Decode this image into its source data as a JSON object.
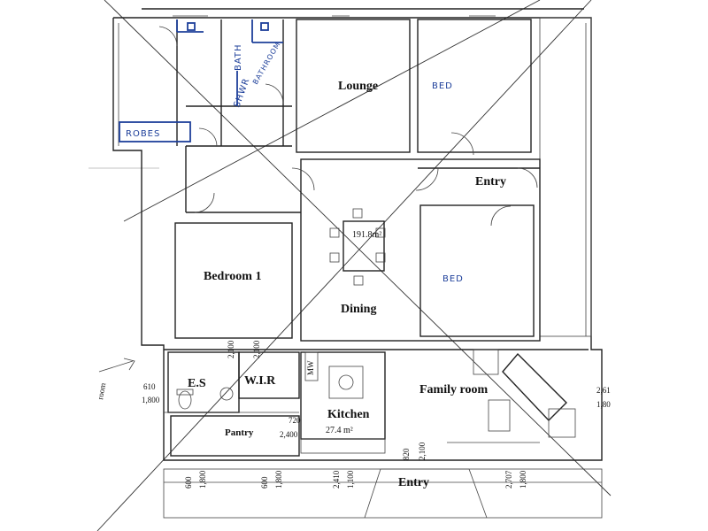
{
  "rooms": {
    "lounge": "Lounge",
    "bed_upper": "BED",
    "entry_inner": "Entry",
    "bedroom1": "Bedroom 1",
    "dining": "Dining",
    "bed_lower": "BED",
    "es": "E.S",
    "wir": "W.I.R",
    "kitchen": "Kitchen",
    "family_room": "Family room",
    "pantry": "Pantry",
    "entry_front": "Entry"
  },
  "handwritten": {
    "robes": "ROBES",
    "bath": "BATH",
    "bathroom": "BATHROOM",
    "shwr": "SHWR",
    "room_note": "room"
  },
  "areas": {
    "dining_area": "191.8m²",
    "kitchen_area": "27.4 m²"
  },
  "dimensions": {
    "es_610": "610",
    "es_1800": "1,800",
    "wir_2100a": "2,100",
    "wir_2100b": "2,100",
    "mw": "MW",
    "pantry_720": "720",
    "pantry_2400": "2,400",
    "kitchen_820": "820",
    "kitchen_2100": "2,100",
    "right_261": "2,61",
    "right_180": "1,80",
    "bot_600a": "600",
    "bot_1800a": "1,800",
    "bot_600b": "600",
    "bot_1800b": "1,800",
    "bot_2410": "2,410",
    "bot_1100": "1,100",
    "bot_2707": "2,707",
    "bot_1800c": "1,800"
  },
  "colors": {
    "ink": "#222222",
    "pen_blue": "#1d3f9a"
  }
}
